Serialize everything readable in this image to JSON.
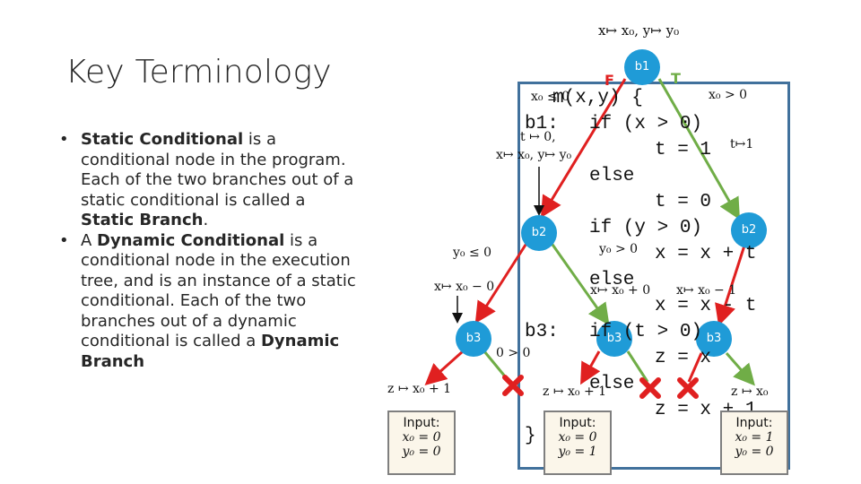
{
  "slide": {
    "title": "Key Terminology",
    "bullets": [
      {
        "term1": "Static Conditional",
        "text1": " is a conditional node in the program. Each of the two branches out of a static conditional is called a ",
        "term2": "Static Branch",
        "text2": "."
      },
      {
        "prefix": "A ",
        "term1": "Dynamic Conditional",
        "text1": " is a conditional node in the execution tree, and is an instance of a static conditional. Each of the two branches out of a dynamic conditional is called a ",
        "term2": "Dynamic Branch",
        "text2": ""
      }
    ]
  },
  "code": {
    "lines": [
      "m(x,y) {",
      "b1:",
      "if (x > 0)",
      "t = 1",
      "else",
      "t = 0",
      "if (y > 0)",
      "x = x + t",
      "else",
      "x = x - t",
      "b3:",
      "if (t > 0)",
      "z = x",
      "else",
      "z = x + 1",
      "}"
    ]
  },
  "tree": {
    "nodes": [
      {
        "label": "b1"
      },
      {
        "label": "b2"
      },
      {
        "label": "b2"
      },
      {
        "label": "b3"
      },
      {
        "label": "b3"
      },
      {
        "label": "b3"
      }
    ],
    "branch_labels": {
      "false": "F",
      "true": "T"
    },
    "annotations": {
      "top": "x↦ x₀, y↦ y₀",
      "x0_le_0": "x₀ ≤ 0",
      "x0_gt_0": "x₀ > 0",
      "t0_left": "t ↦ 0,",
      "t1_right": "t↦1",
      "xy_left": "x↦ x₀, y↦ y₀",
      "y0_le_0": "y₀ ≤ 0",
      "y0_gt_0": "y₀ > 0",
      "x_minus0": "x↦ x₀ − 0",
      "x_plus0": "x↦ x₀ + 0",
      "x_minus1": "x↦ x₀ − 1",
      "zero_gt_0": "0 > 0",
      "z_left": "z ↦ x₀ + 1",
      "z_mid": "z ↦ x₀ + 1",
      "z_right": "z ↦ x₀"
    },
    "inputs": [
      {
        "header": "Input:",
        "x": "x₀ = 0",
        "y": "y₀ = 0"
      },
      {
        "header": "Input:",
        "x": "x₀ = 0",
        "y": "y₀ = 1"
      },
      {
        "header": "Input:",
        "x": "x₀ = 1",
        "y": "y₀ = 0"
      }
    ]
  },
  "colors": {
    "true_branch": "#70ad47",
    "false_branch": "#e02020",
    "node": "#1f9bd7",
    "frame": "#41719c",
    "input_border": "#7f7f7f"
  }
}
